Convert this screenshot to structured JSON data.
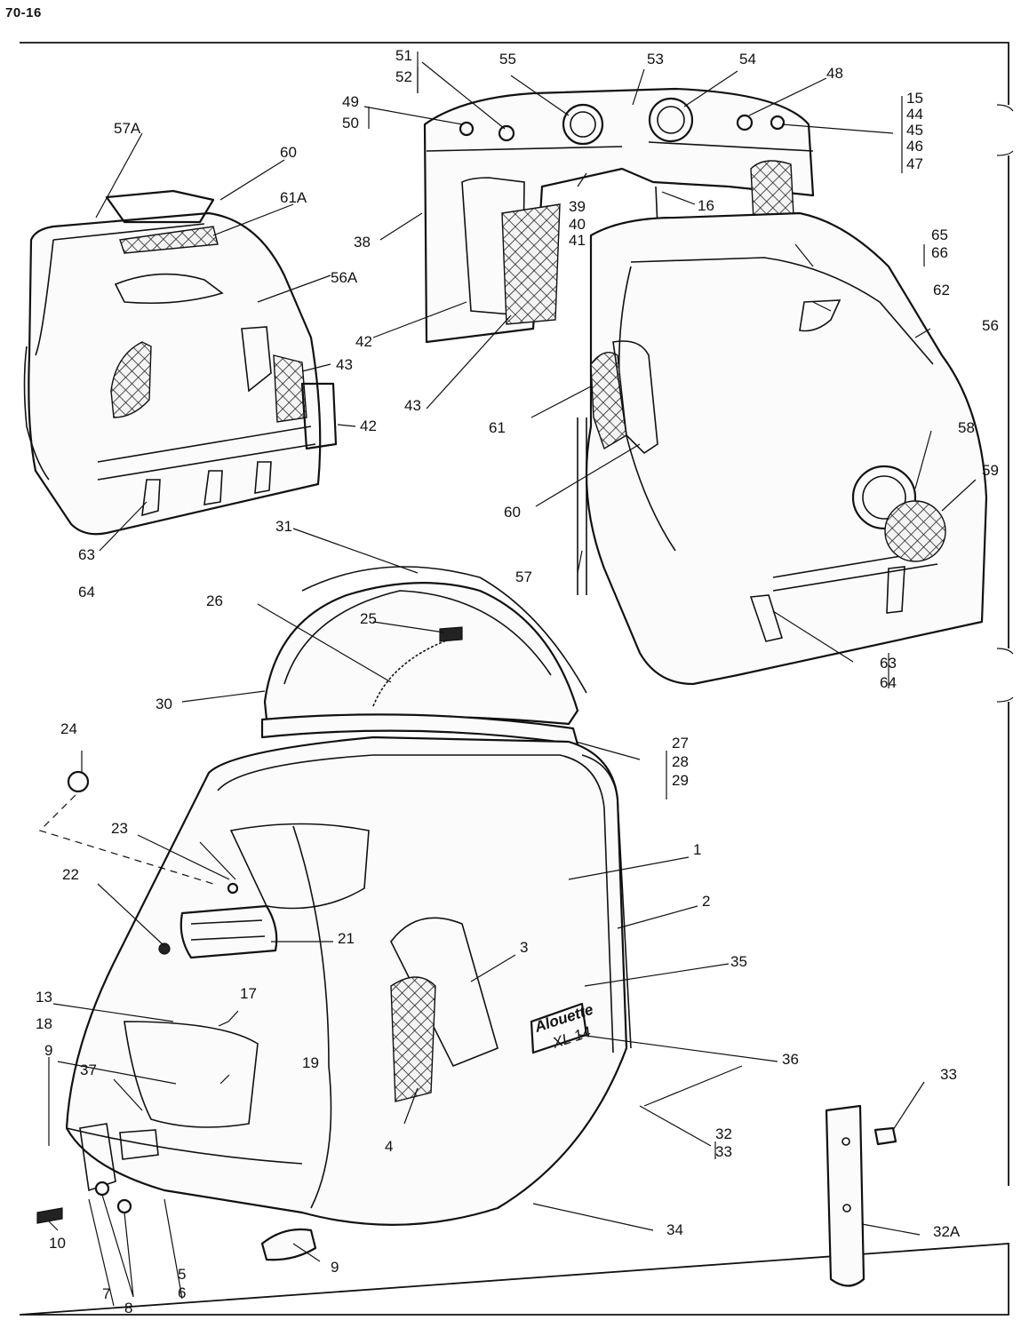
{
  "page_ref": "70-16",
  "badge_text": [
    "Alouette",
    "XL 14"
  ],
  "callouts": {
    "c1": "1",
    "c2": "2",
    "c3": "3",
    "c4": "4",
    "c5": "5",
    "c6": "6",
    "c7": "7",
    "c8": "8",
    "c9a": "9",
    "c9b": "9",
    "c10": "10",
    "c13": "13",
    "c17": "17",
    "c18": "18",
    "c19": "19",
    "c21": "21",
    "c22": "22",
    "c23": "23",
    "c24": "24",
    "c25": "25",
    "c26": "26",
    "c27": "27",
    "c28": "28",
    "c29": "29",
    "c30": "30",
    "c31": "31",
    "c32": "32",
    "c33a": "33",
    "c33b": "33",
    "c32a": "32A",
    "c34": "34",
    "c35": "35",
    "c36": "36",
    "c37": "37",
    "c15": "15",
    "c44": "44",
    "c45": "45",
    "c46": "46",
    "c47": "47",
    "c16": "16",
    "c38": "38",
    "c39": "39",
    "c40": "40",
    "c41": "41",
    "c42a": "42",
    "c42b": "42",
    "c43a": "43",
    "c43b": "43",
    "c48": "48",
    "c49": "49",
    "c50": "50",
    "c51": "51",
    "c52": "52",
    "c53": "53",
    "c54": "54",
    "c55": "55",
    "c56": "56",
    "c56a": "56A",
    "c57": "57",
    "c57a": "57A",
    "c58": "58",
    "c59": "59",
    "c60a": "60",
    "c60b": "60",
    "c61": "61",
    "c61a": "61A",
    "c62": "62",
    "c63a": "63",
    "c64a": "64",
    "c63b": "63",
    "c64b": "64",
    "c65": "65",
    "c66": "66"
  }
}
